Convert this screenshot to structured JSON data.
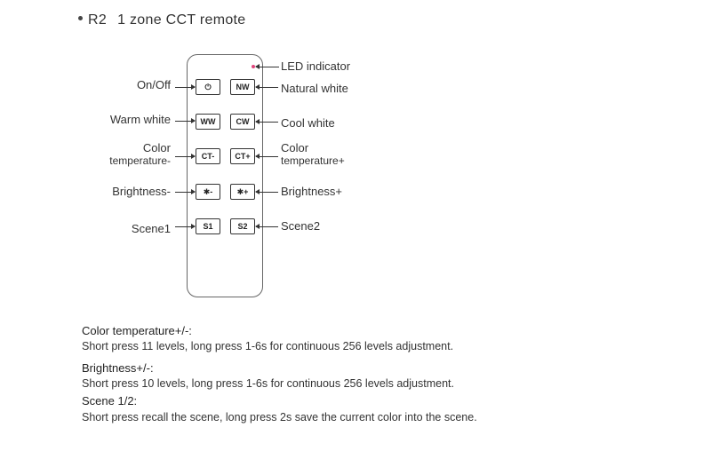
{
  "heading": {
    "model": "R2",
    "title": "1 zone CCT remote"
  },
  "buttons": {
    "onoff": "⏻",
    "nw": "NW",
    "ww": "WW",
    "cw": "CW",
    "ct_minus": "CT-",
    "ct_plus": "CT+",
    "bri_minus": "✱-",
    "bri_plus": "✱+",
    "s1": "S1",
    "s2": "S2"
  },
  "labels": {
    "led": "LED indicator",
    "onoff": "On/Off",
    "nw": "Natural white",
    "ww": "Warm white",
    "cw": "Cool white",
    "ct_minus_1": "Color",
    "ct_minus_2": "temperature-",
    "ct_plus_1": "Color",
    "ct_plus_2": "temperature+",
    "bri_minus": "Brightness-",
    "bri_plus": "Brightness+",
    "scene1": "Scene1",
    "scene2": "Scene2"
  },
  "notes": [
    {
      "title": "Color temperature+/-:",
      "text": "Short press 11 levels, long press 1-6s for continuous 256 levels adjustment."
    },
    {
      "title": "Brightness+/-:",
      "text": "Short press 10 levels, long press 1-6s for continuous 256 levels adjustment."
    },
    {
      "title": "Scene 1/2:",
      "text": "Short press recall the scene, long press 2s save the current color into the scene."
    }
  ],
  "colors": {
    "led": "#e0457b",
    "outline": "#666666",
    "text": "#333333"
  }
}
